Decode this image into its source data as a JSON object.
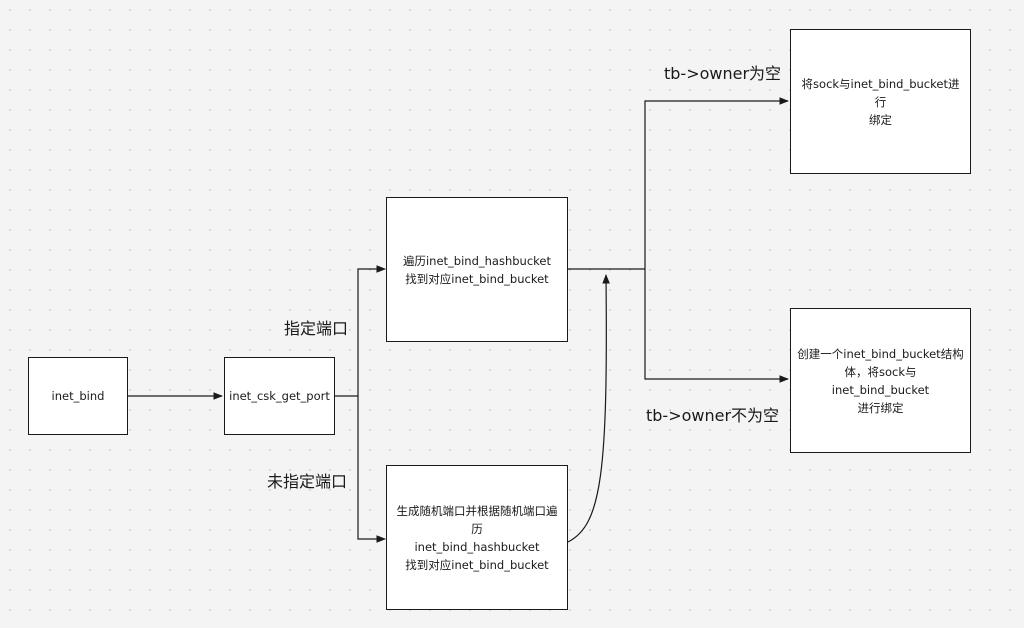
{
  "nodes": {
    "inet_bind": "inet_bind",
    "inet_csk_get_port": "inet_csk_get_port",
    "traverse_specified": "遍历inet_bind_hashbucket\n找到对应inet_bind_bucket",
    "traverse_random": "生成随机端口并根据随机端口遍历\ninet_bind_hashbucket\n找到对应inet_bind_bucket",
    "bind_existing": "将sock与inet_bind_bucket进行\n绑定",
    "create_bucket": "创建一个inet_bind_bucket结构\n体，将sock与inet_bind_bucket\n进行绑定"
  },
  "labels": {
    "port_specified": "指定端口",
    "port_unspecified": "未指定端口",
    "owner_empty": "tb->owner为空",
    "owner_not_empty": "tb->owner不为空"
  },
  "colors": {
    "stroke": "#1a1a1a",
    "background": "#f4f4f4",
    "node_fill": "#ffffff"
  }
}
